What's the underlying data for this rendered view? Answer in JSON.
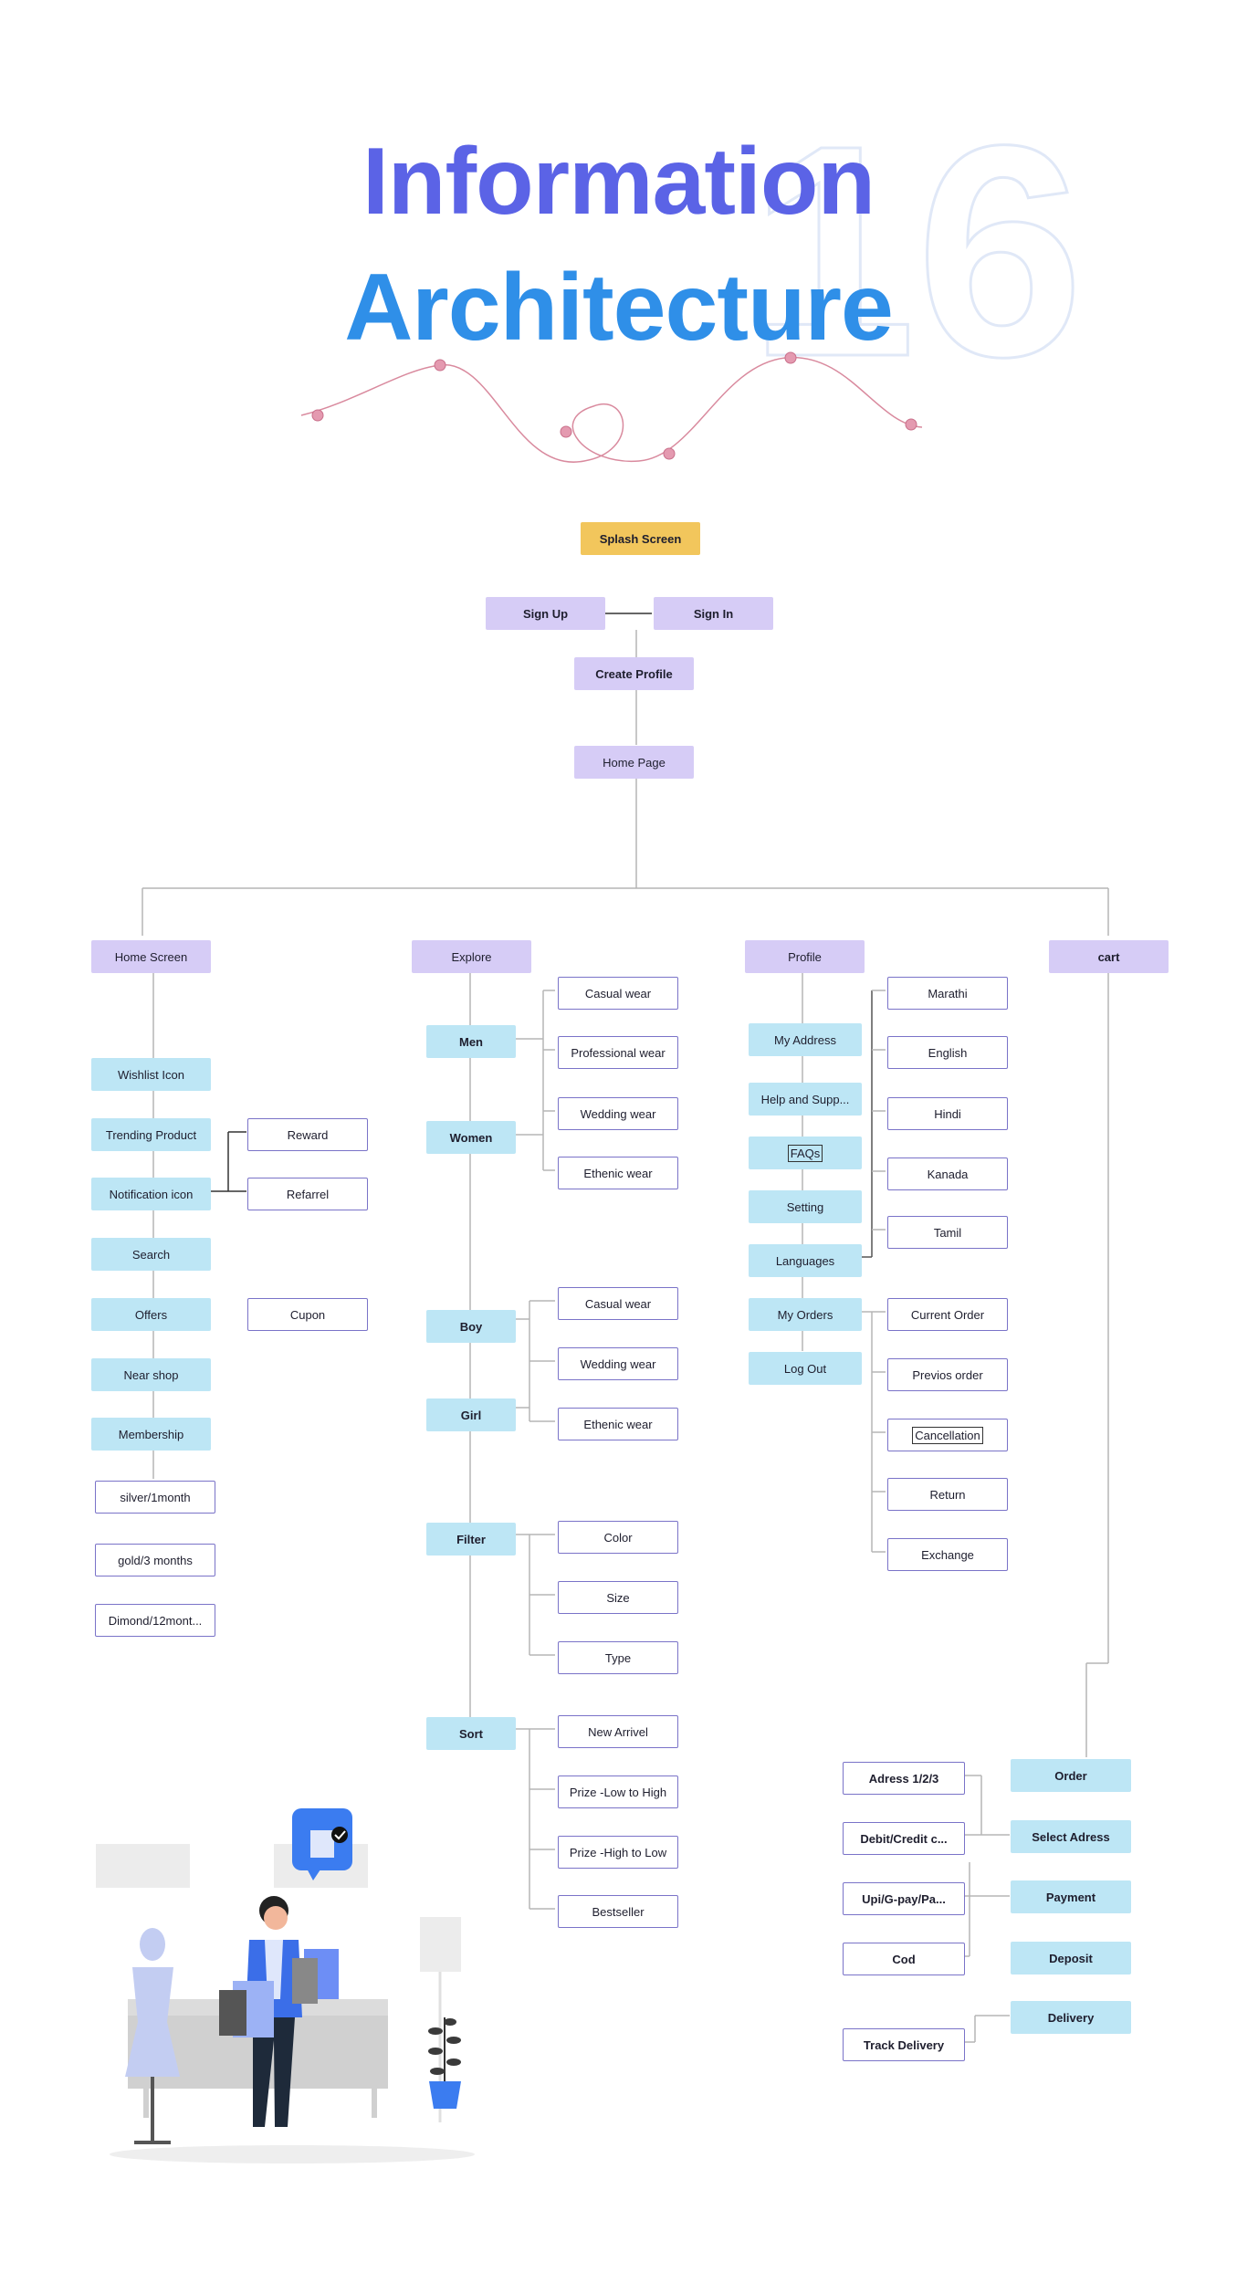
{
  "title": {
    "line1": "Information",
    "line2": "Architecture",
    "number": "16"
  },
  "top_flow": {
    "splash": "Splash Screen",
    "sign_up": "Sign Up",
    "sign_in": "Sign In",
    "create_profile": "Create Profile",
    "home_page": "Home Page"
  },
  "home": {
    "header": "Home Screen",
    "items": [
      "Wishlist Icon",
      "Trending Product",
      "Notification icon",
      "Search",
      "Offers",
      "Near shop",
      "Membership"
    ],
    "notification_children": [
      "Reward",
      "Refarrel"
    ],
    "offers_child": "Cupon",
    "membership_plans": [
      "silver/1month",
      "gold/3 months",
      "Dimond/12mont..."
    ]
  },
  "explore": {
    "header": "Explore",
    "men": "Men",
    "women": "Women",
    "men_women_items": [
      "Casual wear",
      "Professional wear",
      "Wedding wear",
      "Ethenic wear"
    ],
    "boy": "Boy",
    "girl": "Girl",
    "boy_girl_items": [
      "Casual wear",
      "Wedding wear",
      "Ethenic wear"
    ],
    "filter": "Filter",
    "filter_items": [
      "Color",
      "Size",
      "Type"
    ],
    "sort": "Sort",
    "sort_items": [
      "New  Arrivel",
      "Prize -Low to High",
      "Prize -High to Low",
      "Bestseller"
    ]
  },
  "profile": {
    "header": "Profile",
    "items": [
      "My Address",
      "Help and Supp...",
      "FAQs",
      "Setting",
      "Languages",
      "My  Orders",
      "Log Out"
    ],
    "languages": [
      "Marathi",
      "English",
      "Hindi",
      "Kanada",
      "Tamil"
    ],
    "orders": [
      "Current Order",
      "Previos order",
      "Cancellation",
      "Return",
      "Exchange"
    ]
  },
  "cart": {
    "header": "cart",
    "steps": [
      "Order",
      "Select Adress",
      "Payment",
      "Deposit",
      "Delivery"
    ],
    "options": [
      "Adress 1/2/3",
      "Debit/Credit c...",
      "Upi/G-pay/Pa...",
      "Cod",
      "Track Delivery"
    ]
  },
  "colors": {
    "title1": "#5b63e6",
    "title2": "#2f8fe8",
    "yellow": "#f2c65c",
    "purple": "#d6ccf6",
    "blue": "#bde6f5",
    "outline": "#7a73c8",
    "line": "#b5b5b5"
  }
}
